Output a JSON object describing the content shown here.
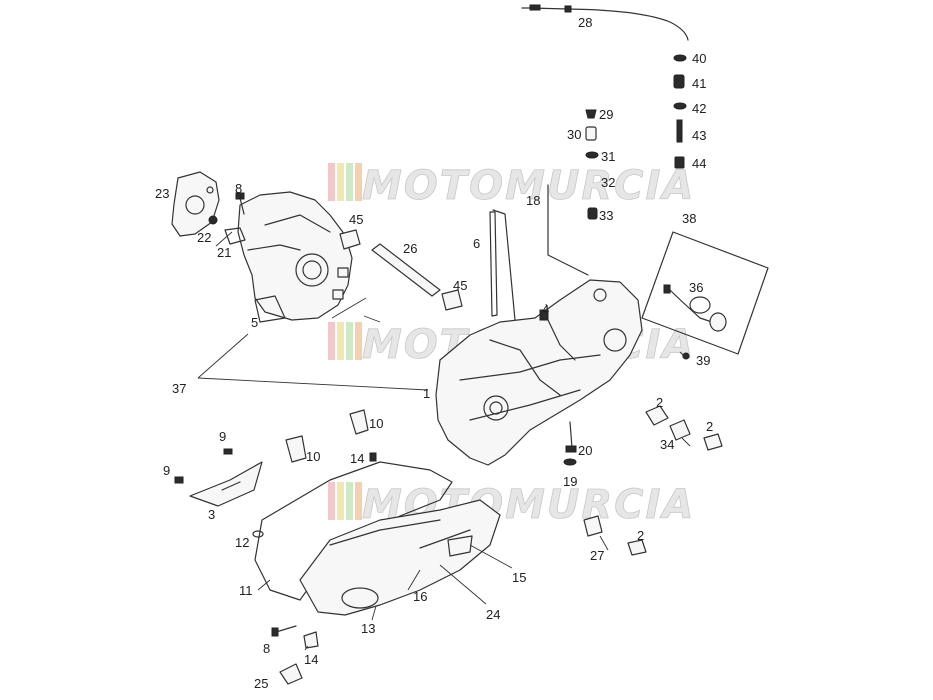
{
  "watermark": {
    "text": "MOTOMURCIA",
    "stripe_colors": [
      "#f2c9c9",
      "#f3e6b3",
      "#cfe8c6",
      "#f3d0b0"
    ]
  },
  "callouts": [
    {
      "id": "c28",
      "text": "28"
    },
    {
      "id": "c40",
      "text": "40"
    },
    {
      "id": "c41",
      "text": "41"
    },
    {
      "id": "c42",
      "text": "42"
    },
    {
      "id": "c43",
      "text": "43"
    },
    {
      "id": "c44",
      "text": "44"
    },
    {
      "id": "c29",
      "text": "29"
    },
    {
      "id": "c30",
      "text": "30"
    },
    {
      "id": "c31",
      "text": "31"
    },
    {
      "id": "c32",
      "text": "32"
    },
    {
      "id": "c18",
      "text": "18"
    },
    {
      "id": "c33",
      "text": "33"
    },
    {
      "id": "c23",
      "text": "23"
    },
    {
      "id": "c8a",
      "text": "8"
    },
    {
      "id": "c22",
      "text": "22"
    },
    {
      "id": "c21",
      "text": "21"
    },
    {
      "id": "c45a",
      "text": "45"
    },
    {
      "id": "c26",
      "text": "26"
    },
    {
      "id": "c6",
      "text": "6"
    },
    {
      "id": "c45b",
      "text": "45"
    },
    {
      "id": "c38",
      "text": "38"
    },
    {
      "id": "c36",
      "text": "36"
    },
    {
      "id": "c4",
      "text": "4"
    },
    {
      "id": "c5",
      "text": "5"
    },
    {
      "id": "c39",
      "text": "39"
    },
    {
      "id": "c37",
      "text": "37"
    },
    {
      "id": "c1",
      "text": "1"
    },
    {
      "id": "c2a",
      "text": "2"
    },
    {
      "id": "c2b",
      "text": "2"
    },
    {
      "id": "c34",
      "text": "34"
    },
    {
      "id": "c10a",
      "text": "10"
    },
    {
      "id": "c9a",
      "text": "9"
    },
    {
      "id": "c10b",
      "text": "10"
    },
    {
      "id": "c14a",
      "text": "14"
    },
    {
      "id": "c20",
      "text": "20"
    },
    {
      "id": "c9b",
      "text": "9"
    },
    {
      "id": "c19",
      "text": "19"
    },
    {
      "id": "c3",
      "text": "3"
    },
    {
      "id": "c12",
      "text": "12"
    },
    {
      "id": "c2c",
      "text": "2"
    },
    {
      "id": "c27",
      "text": "27"
    },
    {
      "id": "c15",
      "text": "15"
    },
    {
      "id": "c11",
      "text": "11"
    },
    {
      "id": "c16",
      "text": "16"
    },
    {
      "id": "c24",
      "text": "24"
    },
    {
      "id": "c13",
      "text": "13"
    },
    {
      "id": "c8b",
      "text": "8"
    },
    {
      "id": "c14b",
      "text": "14"
    },
    {
      "id": "c25",
      "text": "25"
    }
  ]
}
